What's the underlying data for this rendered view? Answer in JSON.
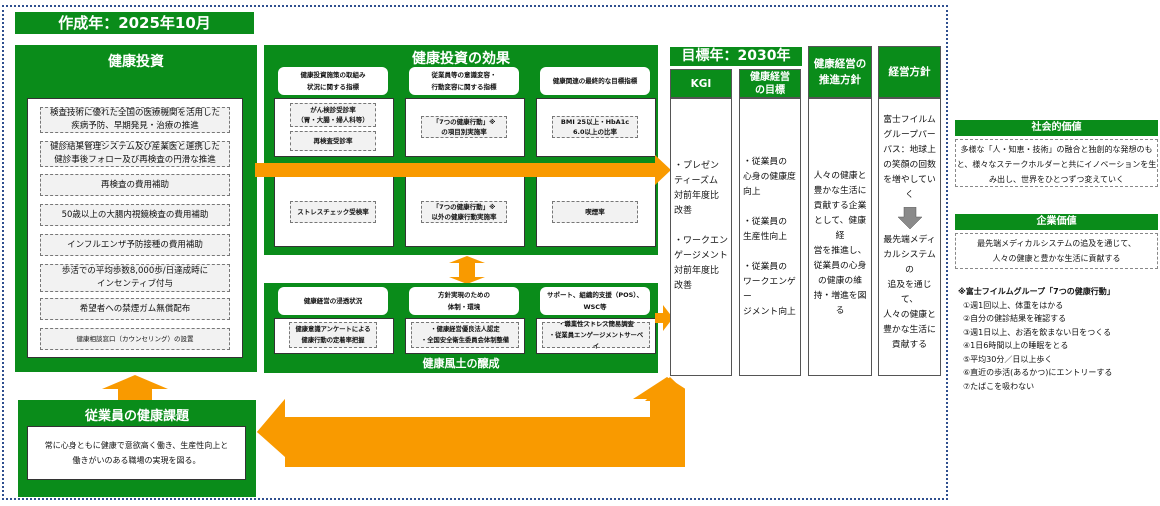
{
  "created": "作成年：2025年10月",
  "investment": {
    "title": "健康投資",
    "items": [
      "検査技術に優れた全国の医療機関を活用した\n疾病予防、早期発見・治療の推進",
      "健診結果管理システム及び産業医と連携した\n健診事後フォロー及び再検査の円滑な推進",
      "再検査の費用補助",
      "50歳以上の大腸内視鏡検査の費用補助",
      "インフルエンザ予防接種の費用補助",
      "歩活での平均歩数8,000歩/日達成時に\nインセンティブ付与",
      "希望者への禁煙ガム無償配布",
      "健康相談窓口（カウンセリング）の設置"
    ]
  },
  "effects": {
    "title": "健康投資の効果",
    "columns": [
      {
        "header": "健康投資施策の取組み\n状況に関する指標",
        "top": [
          "がん検診受診率\n（胃・大腸・婦人科等）",
          "再検査受診率"
        ],
        "bottom": "ストレスチェック受検率"
      },
      {
        "header": "従業員等の意識変容・\n行動変容に関する指標",
        "top": [
          "「7つの健康行動」※\nの項目別実施率"
        ],
        "bottom": "「7つの健康行動」※\n以外の健康行動実施率"
      },
      {
        "header": "健康関連の最終的な目標指標",
        "top": [
          "BMI 25以上・HbA1c\n6.0以上の比率"
        ],
        "bottom": "喫煙率"
      }
    ]
  },
  "culture": {
    "title": "健康風土の醸成",
    "columns": [
      {
        "header": "健康経営の浸透状況",
        "body": "健康意識アンケートによる\n健康行動の定着率把握"
      },
      {
        "header": "方針実現のための\n体制・環境",
        "body": "・健康経営優良法人認定\n・全国安全衛生委員会体制整備"
      },
      {
        "header": "サポート、組織的支援（POS）、\nWSC等",
        "body": "・職業性ストレス簡易調査\n・従業員エンゲージメントサーベイ"
      }
    ]
  },
  "issue": {
    "title": "従業員の健康課題",
    "body": "常に心身ともに健康で意欲高く働き、生産性向上と\n働きがいのある職場の実現を図る。"
  },
  "target": {
    "year": "目標年：2030年",
    "kgi": {
      "header": "KGI",
      "body": "・プレゼン\nティーズム\n対前年度比\n改善\n\n・ワークエン\nゲージメント\n対前年度比\n改善"
    },
    "goal": {
      "header": "健康経営\nの目標",
      "body": "・従業員の\n心身の健康度\n向上\n\n・従業員の\n生産性向上\n\n・従業員の\nワークエンゲー\nジメント向上"
    }
  },
  "policy": {
    "header": "健康経営の\n推進方針",
    "body": "人々の健康と\n豊かな生活に\n貢献する企業\nとして、健康経\n営を推進し、\n従業員の心身\nの健康の維\n持・増進を図\nる"
  },
  "management": {
    "header": "経営方針",
    "body_top": "富士フイルム\nグループパー\nパス：地球上\nの笑顔の回数\nを増やしていく",
    "body_bottom": "最先端メディ\nカルシステムの\n追及を通じて、\n人々の健康と\n豊かな生活に\n貢献する"
  },
  "social_value": {
    "title": "社会的価値",
    "body": "多様な「人・知恵・技術」の融合と独創的な発想のも\nと、様々なステークホルダーと共にイノベーションを生\nみ出し、世界をひとつずつ変えていく"
  },
  "corporate_value": {
    "title": "企業価値",
    "body": "最先端メディカルシステムの追及を通じて、\n人々の健康と豊かな生活に貢献する"
  },
  "seven_actions": {
    "title": "※富士フイルムグループ「7つの健康行動」",
    "items": [
      "①週1回以上、体重をはかる",
      "②自分の健診結果を確認する",
      "③週1日以上、お酒を飲まない日をつくる",
      "④1日6時間以上の睡眠をとる",
      "⑤平均30分／日以上歩く",
      "⑥直近の歩活(あるかつ)にエントリーする",
      "⑦たばこを吸わない"
    ]
  },
  "colors": {
    "green": "#0a8c1a",
    "orange": "#f99a00",
    "frame": "#2f4f8f"
  }
}
